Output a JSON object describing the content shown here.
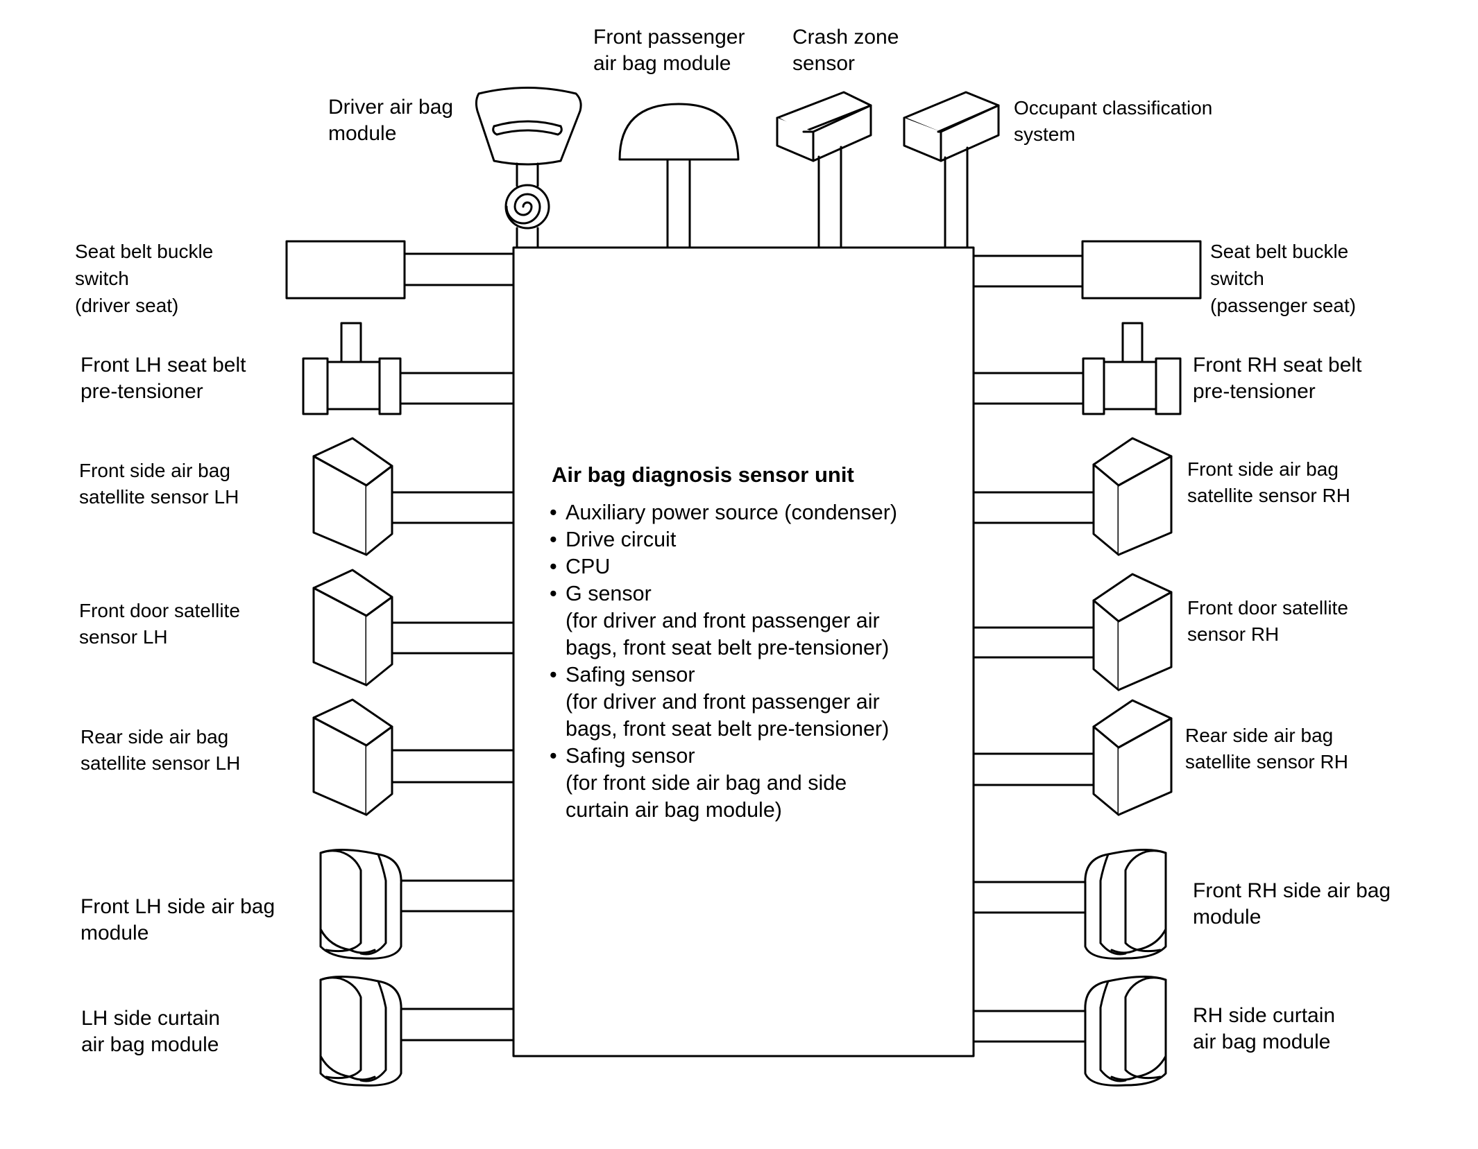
{
  "unit": {
    "title": "Air bag diagnosis sensor unit",
    "items": [
      {
        "lines": [
          "Auxiliary power source (condenser)"
        ]
      },
      {
        "lines": [
          "Drive circuit"
        ]
      },
      {
        "lines": [
          "CPU"
        ]
      },
      {
        "lines": [
          "G sensor",
          "(for driver and front passenger air",
          "bags, front seat belt pre-tensioner)"
        ]
      },
      {
        "lines": [
          "Safing sensor",
          "(for driver and front passenger air",
          "bags, front seat belt pre-tensioner)"
        ]
      },
      {
        "lines": [
          "Safing sensor",
          "(for front side air bag and side",
          "curtain air bag module)"
        ]
      }
    ]
  },
  "labels": {
    "driver_airbag": [
      "Driver air bag",
      "module"
    ],
    "front_passenger_airbag": [
      "Front passenger",
      "air bag module"
    ],
    "crash_zone_sensor": [
      "Crash zone",
      "sensor"
    ],
    "occupant_classification": [
      "Occupant classification",
      "system"
    ],
    "buckle_driver": [
      "Seat belt buckle",
      "switch",
      "(driver seat)"
    ],
    "buckle_passenger": [
      "Seat belt buckle",
      "switch",
      "(passenger seat)"
    ],
    "pretensioner_lh": [
      "Front LH seat belt",
      "pre-tensioner"
    ],
    "pretensioner_rh": [
      "Front RH seat belt",
      "pre-tensioner"
    ],
    "side_sat_lh": [
      "Front side air bag",
      "satellite sensor LH"
    ],
    "side_sat_rh": [
      "Front side air bag",
      "satellite sensor RH"
    ],
    "door_sat_lh": [
      "Front door satellite",
      "sensor LH"
    ],
    "door_sat_rh": [
      "Front door satellite",
      "sensor RH"
    ],
    "rear_sat_lh": [
      "Rear side air bag",
      "satellite sensor LH"
    ],
    "rear_sat_rh": [
      "Rear side air bag",
      "satellite sensor RH"
    ],
    "side_airbag_lh": [
      "Front LH side air bag",
      "module"
    ],
    "side_airbag_rh": [
      "Front RH side air bag",
      "module"
    ],
    "curtain_lh": [
      "LH side curtain",
      "air bag module"
    ],
    "curtain_rh": [
      "RH side curtain",
      "air bag module"
    ]
  }
}
